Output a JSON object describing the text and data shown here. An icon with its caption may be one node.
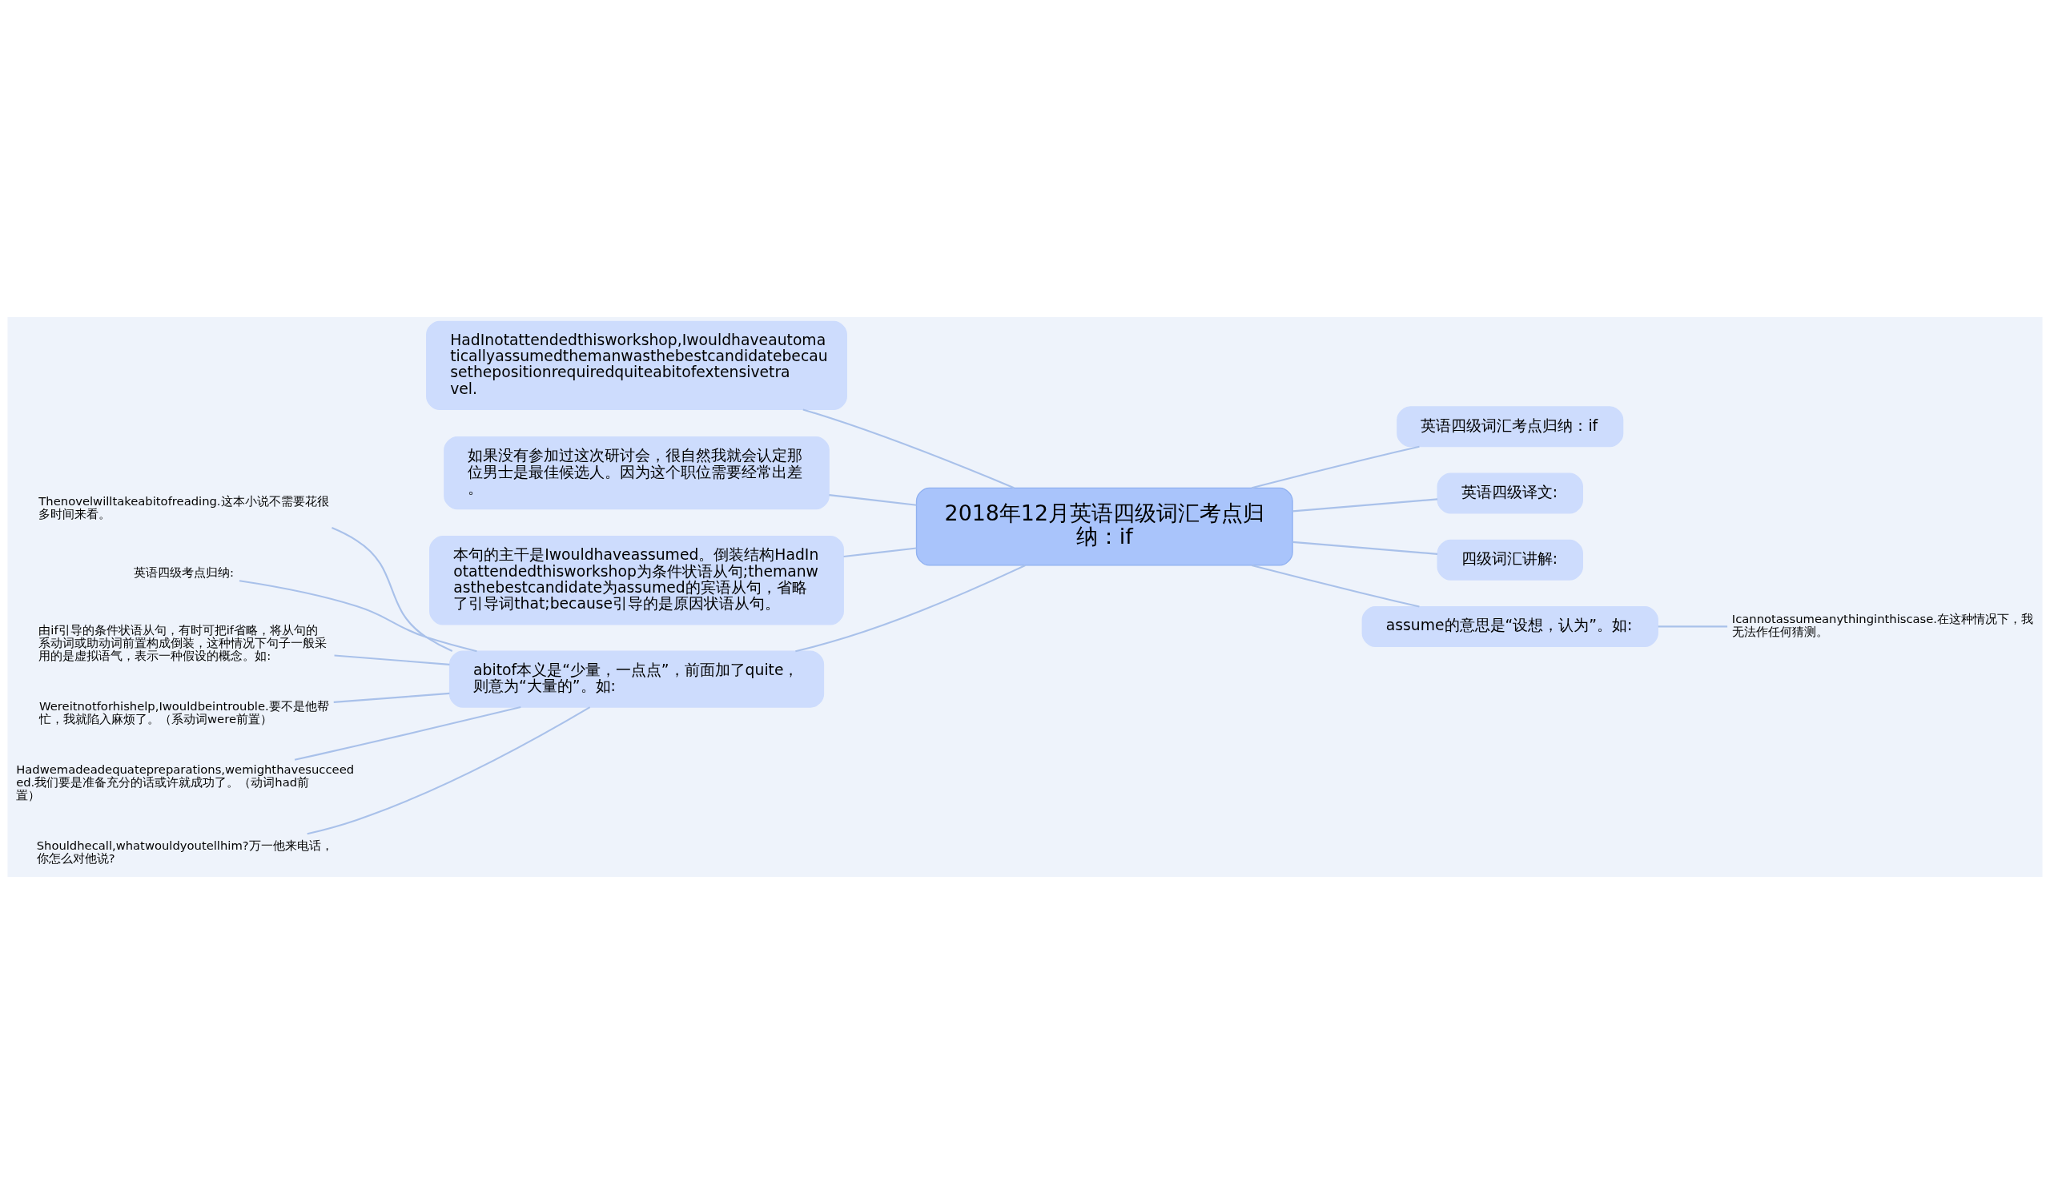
{
  "diagram": {
    "nodes": [
      {
        "text": [
          "2018年12月英语四级词汇考点归纳：if"
        ]
      },
      {
        "text": [
          "英语四级词汇考点归纳：if"
        ]
      },
      {
        "text": [
          "英语四级译文:"
        ]
      },
      {
        "text": [
          "四级词汇讲解:"
        ]
      },
      {
        "text": [
          "assume的意思是“设想，认为”。如:"
        ]
      },
      {
        "text": [
          "Icannotassumeanythinginthiscase.在这种情况下，我无法作任何猜测。"
        ]
      },
      {
        "text": [
          "HadInotattendedthisworkshop,Iwouldhaveautomaticallyassumedthemanwasthebestcandidatebecausethepositionrequiredquiteabitofextensivetravel."
        ]
      },
      {
        "text": [
          "如果没有参加过这次研讨会，很自然我就会认定那位男士是最佳候选人。因为这个职位需要经常出差。"
        ]
      },
      {
        "text": [
          "本句的主干是Iwouldhaveassumed。倒装结构HadInotattendedthisworkshop为条件状语从句;themanwasthebestcandidate为assumed的宾语从句，省略了引导词that;because引导的是原因状语从句。"
        ]
      },
      {
        "text": [
          "abitof本义是“少量，一点点”，前面加了quite，则意为“大量的”。如:"
        ]
      },
      {
        "text": [
          "Thenovelwilltakeabitofreading.这本小说不需要花很多时间来看。"
        ]
      },
      {
        "text": [
          "英语四级考点归纳:"
        ]
      },
      {
        "text": [
          "由if引导的条件状语从句，有时可把if省略，将从句的系动词或助动词前置构成倒装，这种情况下句子一般采用的是虚拟语气，表示一种假设的概念。如:"
        ]
      },
      {
        "text": [
          "Wereitnotforhishelp,Iwouldbeintrouble.要不是他帮忙，我就陷入麻烦了。（系动词were前置）"
        ]
      },
      {
        "text": [
          "Hadwemadeadequatepreparations,wemighthavesucceeded.我们要是准备充分的话或许就成功了。（动词had前置）"
        ]
      },
      {
        "text": [
          "Shouldhecall,whatwouldyoutellhim?万一他来电话，你怎么对他说?"
        ]
      }
    ],
    "edges": [
      {
        "from": 0,
        "to": 1,
        "arrow": "none"
      },
      {
        "from": 0,
        "to": 2,
        "arrow": "none"
      },
      {
        "from": 0,
        "to": 3,
        "arrow": "none"
      },
      {
        "from": 0,
        "to": 4,
        "arrow": "none"
      },
      {
        "from": 4,
        "to": 5,
        "arrow": "none"
      },
      {
        "from": 0,
        "to": 6,
        "arrow": "none"
      },
      {
        "from": 0,
        "to": 7,
        "arrow": "none"
      },
      {
        "from": 0,
        "to": 8,
        "arrow": "none"
      },
      {
        "from": 0,
        "to": 9,
        "arrow": "none"
      },
      {
        "from": 9,
        "to": 10,
        "arrow": "none"
      },
      {
        "from": 9,
        "to": 11,
        "arrow": "none"
      },
      {
        "from": 9,
        "to": 12,
        "arrow": "none"
      },
      {
        "from": 9,
        "to": 13,
        "arrow": "none"
      },
      {
        "from": 9,
        "to": 14,
        "arrow": "none"
      },
      {
        "from": 9,
        "to": 15,
        "arrow": "none"
      }
    ]
  }
}
